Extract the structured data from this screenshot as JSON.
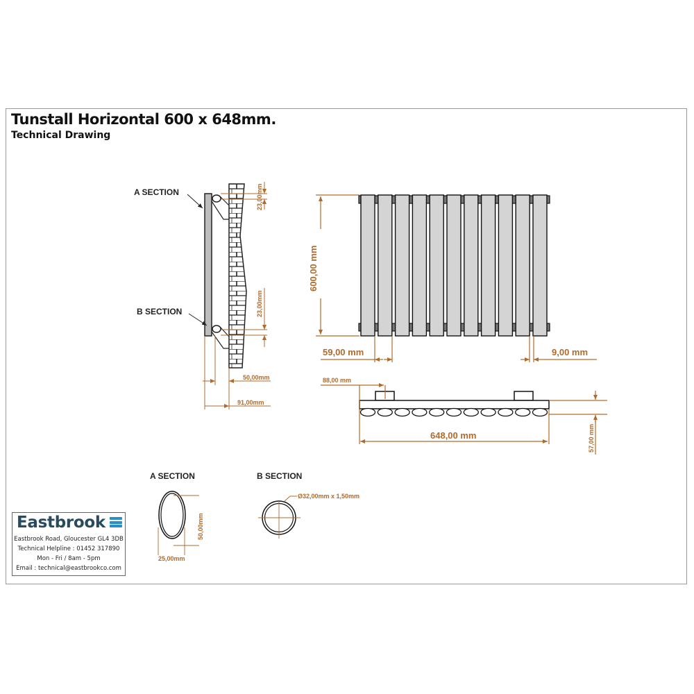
{
  "header": {
    "title": "Tunstall Horizontal 600 x 648mm.",
    "subtitle": "Technical Drawing"
  },
  "side_view": {
    "label_a": "A SECTION",
    "label_b": "B SECTION",
    "dim_top_bracket": "23,00mm",
    "dim_bottom_bracket": "23,00mm",
    "dim_wall_50": "50,00mm",
    "dim_wall_91": "91,00mm"
  },
  "front_view": {
    "column_count": 11,
    "dim_height": "600,00 mm",
    "dim_column_pitch": "59,00 mm",
    "dim_gap": "9,00 mm"
  },
  "top_view": {
    "dim_bracket_offset": "88,00 mm",
    "dim_width": "648,00 mm",
    "dim_depth": "57,00 mm"
  },
  "sections": {
    "a_title": "A SECTION",
    "a_height": "50,00mm",
    "a_width": "25,00mm",
    "b_title": "B SECTION",
    "b_pipe": "Ø32,00mm x 1,50mm"
  },
  "company": {
    "name": "Eastbrook",
    "address": "Eastbrook Road, Gloucester GL4 3DB",
    "helpline": "Technical Helpline : 01452 317890",
    "hours": "Mon - Fri / 8am - 5pm",
    "email": "Email : technical@eastbrookco.com"
  },
  "colors": {
    "dimension": "#b06a2c",
    "column_fill": "#d4d4d4",
    "outline": "#111111",
    "logo_text": "#2a4a5e",
    "logo_icon": "#2a8fc4"
  }
}
